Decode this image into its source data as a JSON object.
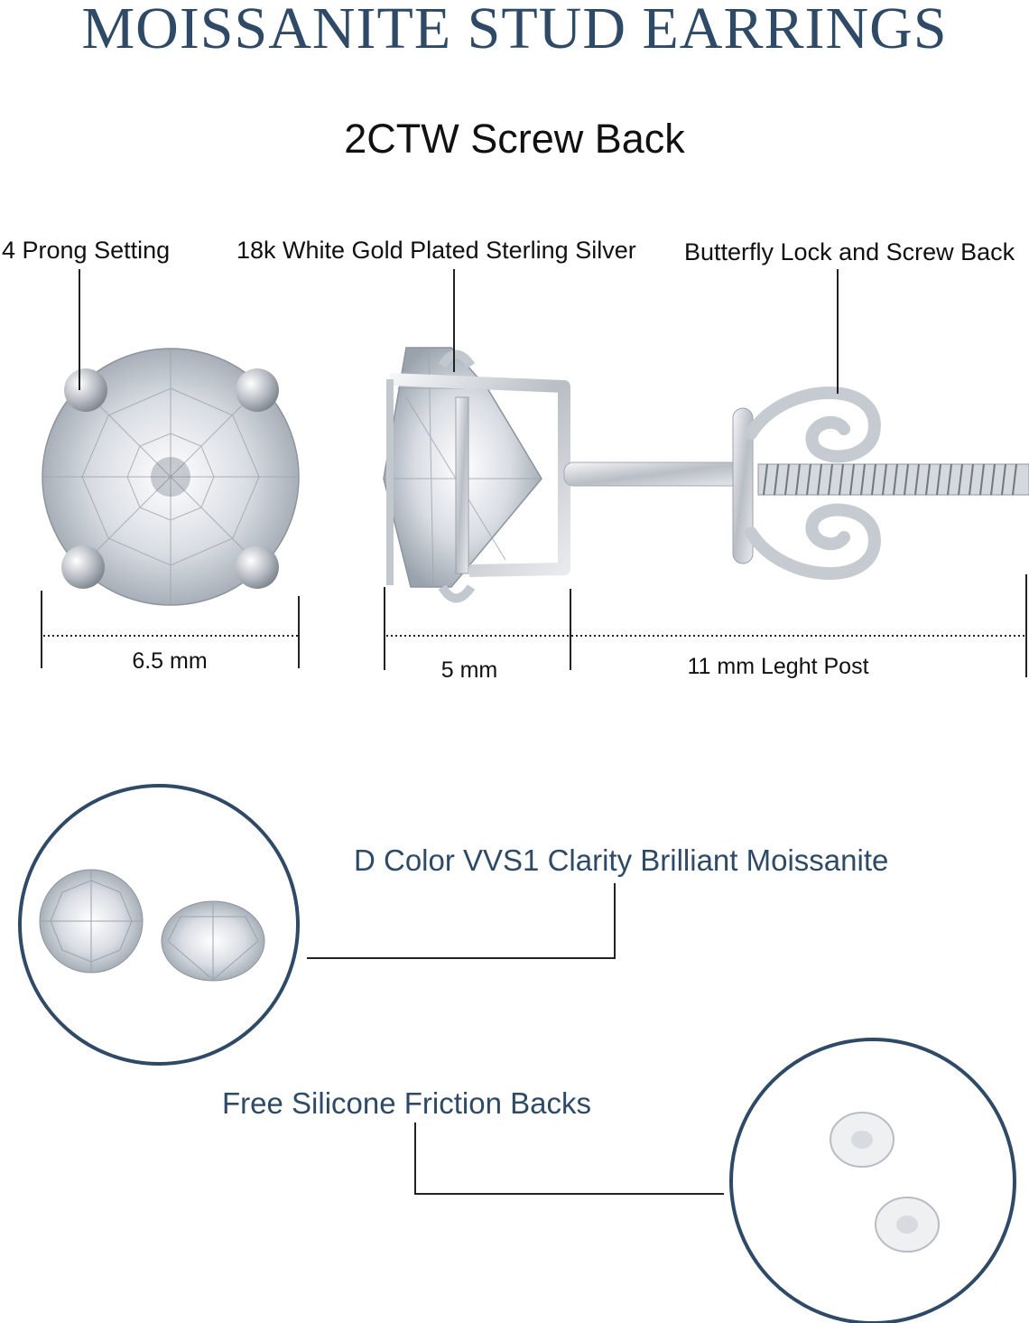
{
  "title": "MOISSANITE STUD EARRINGS",
  "subtitle": "2CTW Screw Back",
  "callouts": {
    "prong": "4 Prong Setting",
    "metal": "18k White Gold Plated Sterling Silver",
    "back": "Butterfly Lock and Screw Back"
  },
  "dimensions": {
    "stone_width": "6.5 mm",
    "setting_depth": "5 mm",
    "post_length": "11 mm Leght Post"
  },
  "features": {
    "stone": "D Color VVS1 Clarity Brilliant Moissanite",
    "backs": "Free Silicone Friction Backs"
  },
  "colors": {
    "accent": "#2e4a66",
    "text": "#111111"
  }
}
